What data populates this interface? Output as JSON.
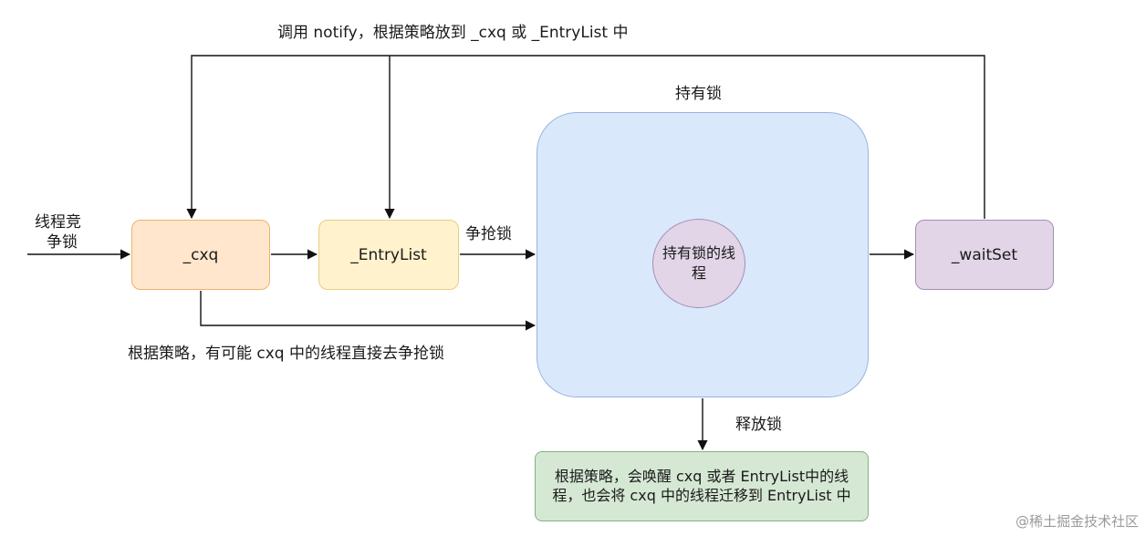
{
  "labels": {
    "notify": "调用 notify，根据策略放到 _cxq 或 _EntryList 中",
    "holding_lock": "持有锁",
    "contend_left_line1": "线程竞",
    "contend_left_line2": "争锁",
    "grab_lock": "争抢锁",
    "cxq_direct": "根据策略，有可能 cxq 中的线程直接去争抢锁",
    "release_lock": "释放锁"
  },
  "nodes": {
    "cxq": "_cxq",
    "entry_list": "_EntryList",
    "owner_thread": "持有锁的线程",
    "wait_set": "_waitSet",
    "release_action": "根据策略，会唤醒 cxq 或者 EntryList中的线程，也会将 cxq 中的线程迁移到 EntryList 中"
  },
  "watermark": "@稀土掘金技术社区",
  "colors": {
    "cxq_fill": "#ffe6cc",
    "entry_fill": "#fff2cc",
    "holder_fill": "#dae8fc",
    "owner_fill": "#e1d5e7",
    "wait_fill": "#e1d5e7",
    "release_fill": "#d5e8d4",
    "edge": "#111111"
  }
}
